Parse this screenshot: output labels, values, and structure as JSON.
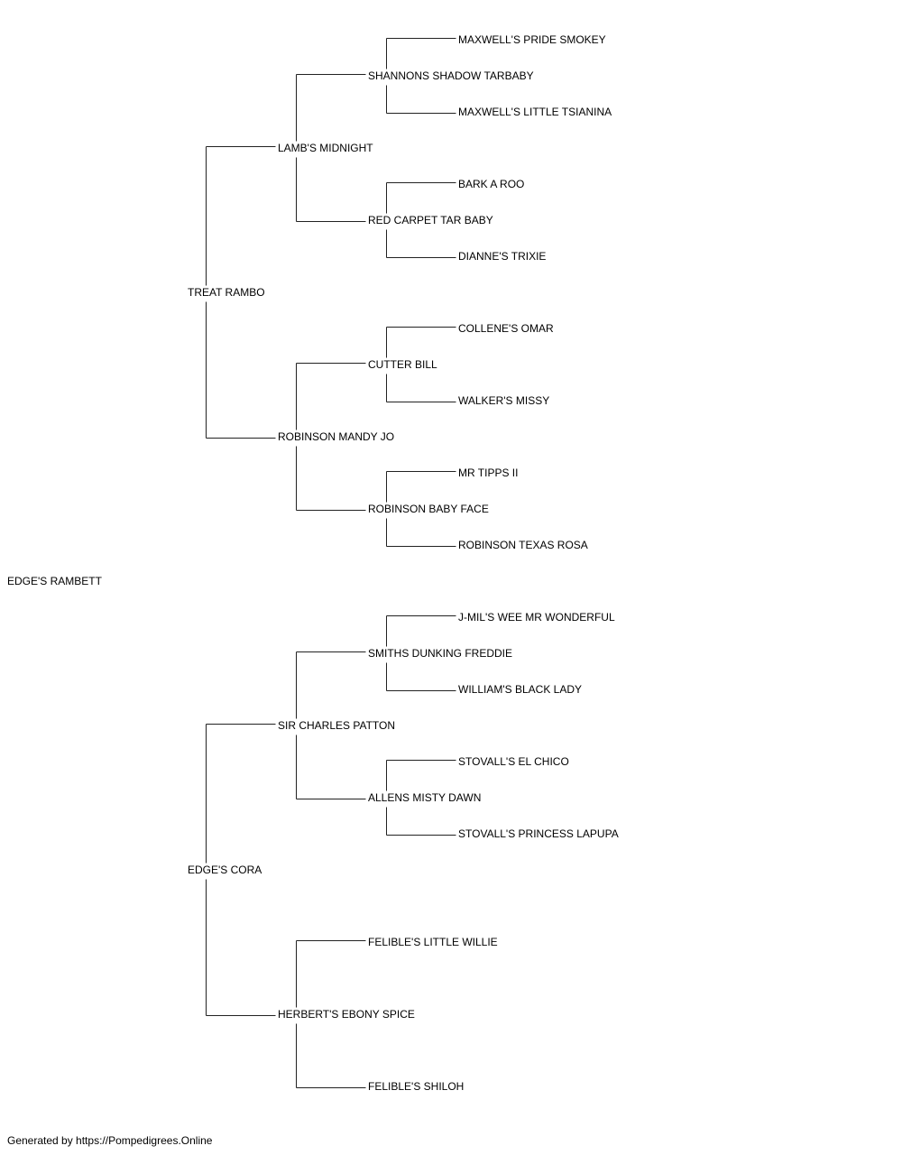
{
  "pedigree": {
    "subject": "EDGE'S RAMBETT",
    "sire": {
      "name": "TREAT RAMBO",
      "sire": {
        "name": "LAMB'S MIDNIGHT",
        "sire": {
          "name": "SHANNONS SHADOW TARBABY",
          "sire": "MAXWELL'S PRIDE SMOKEY",
          "dam": "MAXWELL'S LITTLE TSIANINA"
        },
        "dam": {
          "name": "RED CARPET TAR BABY",
          "sire": "BARK A ROO",
          "dam": "DIANNE'S TRIXIE"
        }
      },
      "dam": {
        "name": "ROBINSON MANDY JO",
        "sire": {
          "name": "CUTTER BILL",
          "sire": "COLLENE'S OMAR",
          "dam": "WALKER'S MISSY"
        },
        "dam": {
          "name": "ROBINSON BABY FACE",
          "sire": "MR TIPPS II",
          "dam": "ROBINSON TEXAS ROSA"
        }
      }
    },
    "dam": {
      "name": "EDGE'S CORA",
      "sire": {
        "name": "SIR CHARLES PATTON",
        "sire": {
          "name": "SMITHS DUNKING FREDDIE",
          "sire": "J-MIL'S WEE MR WONDERFUL",
          "dam": "WILLIAM'S BLACK LADY"
        },
        "dam": {
          "name": "ALLENS MISTY DAWN",
          "sire": "STOVALL'S EL CHICO",
          "dam": "STOVALL'S PRINCESS LAPUPA"
        }
      },
      "dam": {
        "name": "HERBERT'S EBONY SPICE",
        "sire": {
          "name": "FELIBLE'S LITTLE WILLIE"
        },
        "dam": {
          "name": "FELIBLE'S SHILOH"
        }
      }
    }
  },
  "footer": "Generated by https://Pompedigrees.Online"
}
